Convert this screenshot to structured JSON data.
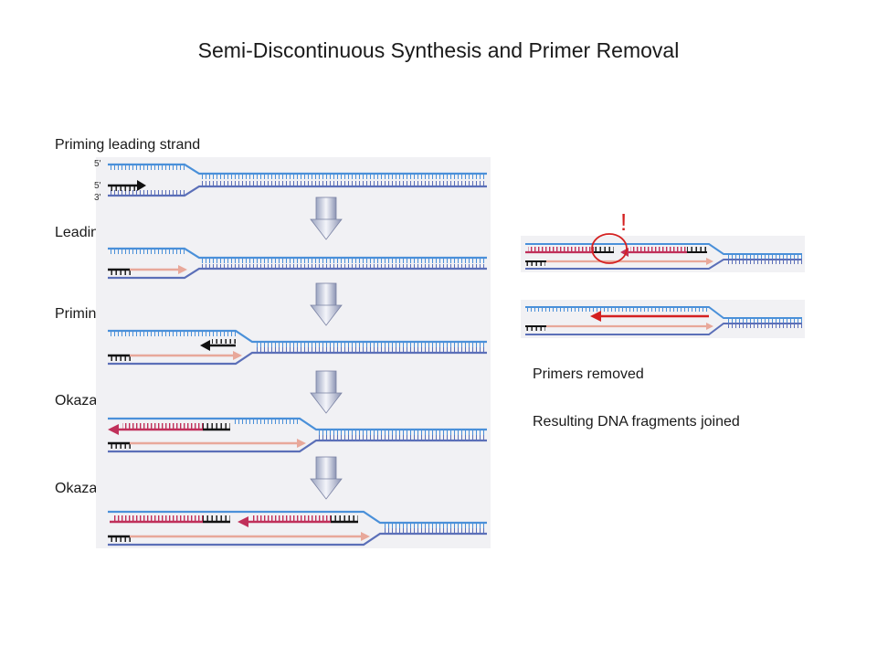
{
  "title": "Semi-Discontinuous Synthesis and Primer Removal",
  "steps": [
    "Priming leading strand",
    "Leading strand synthesis",
    "Priming lagging strand",
    "Okazaki fragment synthesis",
    "Okazaki fragment synthesis"
  ],
  "strand_ends": {
    "top_5": "5'",
    "mid_5": "5'",
    "bottom_3": "3'"
  },
  "right_labels": {
    "primers_removed": "Primers removed",
    "fragments_joined": "Resulting DNA fragments joined"
  },
  "alert_mark": "!",
  "colors": {
    "parent_strand": "#4a90d9",
    "parent_strand_dark": "#5b6fb8",
    "leading_new": "#e8a89a",
    "lagging_new": "#c0305a",
    "primer": "#111111",
    "joined_fragment": "#d42020",
    "alert": "#d42020",
    "panel_bg": "#f1f1f4",
    "arrow_fill": "#d8dce8"
  }
}
